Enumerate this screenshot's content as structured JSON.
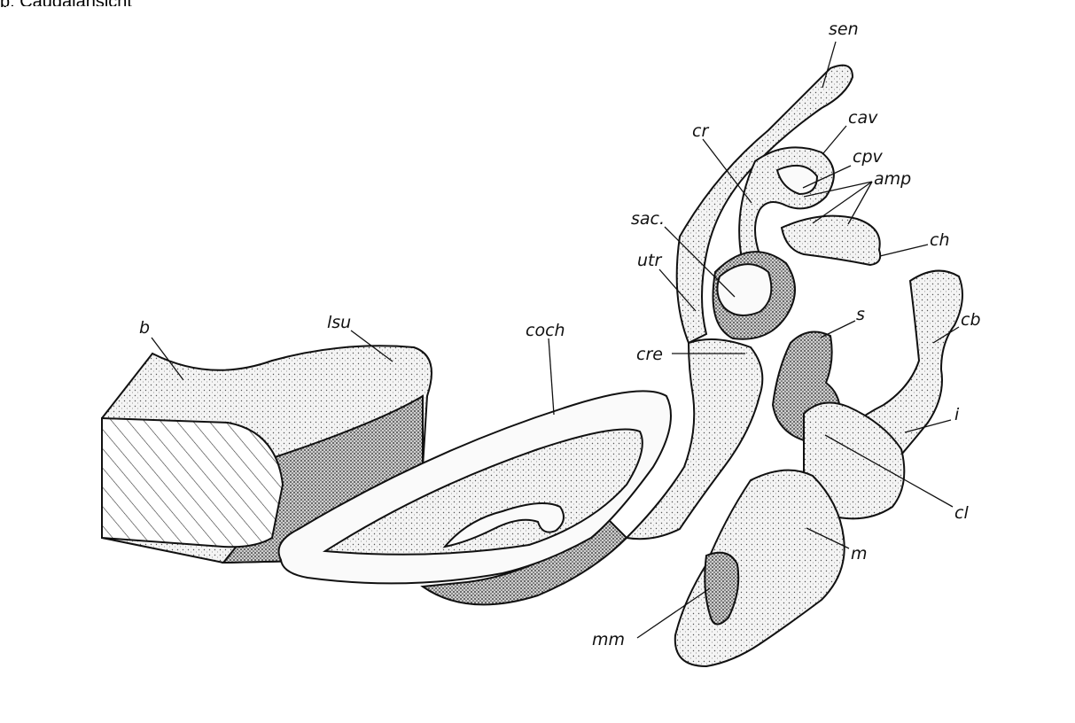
{
  "caption": "b. Caudalansicht",
  "labels": {
    "sen": "sen",
    "cav": "cav",
    "cr": "cr",
    "cpv": "cpv",
    "amp": "amp",
    "sac": "sac.",
    "ch": "ch",
    "utr": "utr",
    "b": "b",
    "lsu": "lsu",
    "coch": "coch",
    "s": "s",
    "cb": "cb",
    "cre": "cre",
    "i": "i",
    "cl": "cl",
    "m": "m",
    "mm": "mm"
  }
}
